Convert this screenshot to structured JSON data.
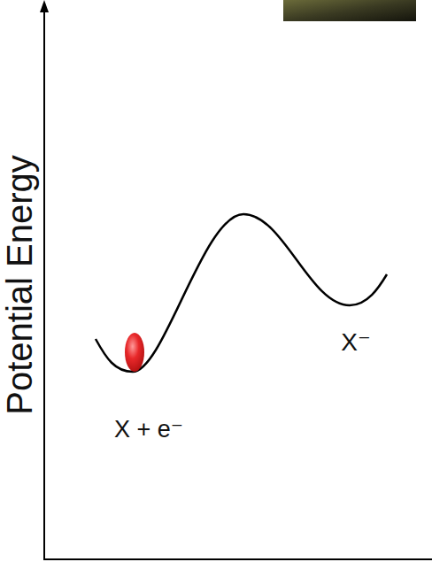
{
  "diagram": {
    "labels": [
      "Potential Energy",
      "X + e⁻",
      "X⁻"
    ]
  }
}
